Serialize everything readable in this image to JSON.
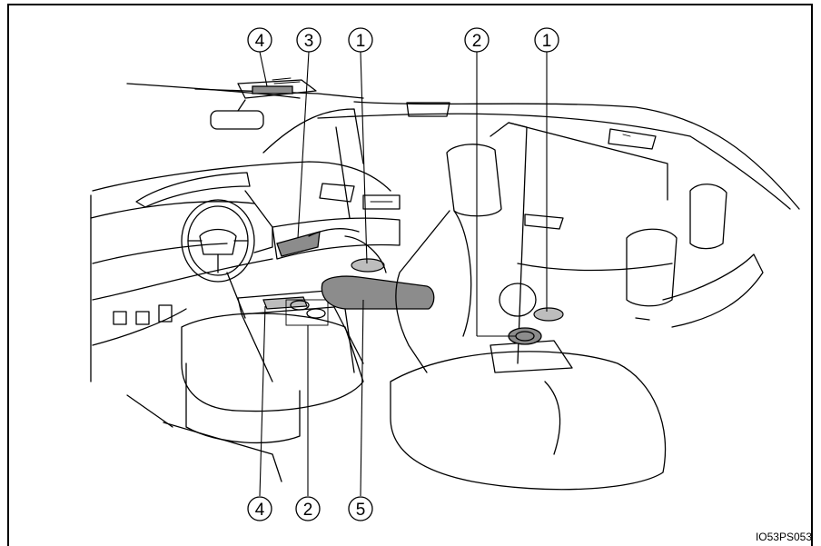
{
  "callouts": {
    "c_top_4": "4",
    "c_top_3": "3",
    "c_top_1a": "1",
    "c_top_2": "2",
    "c_top_1b": "1",
    "c_bot_4": "4",
    "c_bot_2": "2",
    "c_bot_5": "5"
  },
  "figure_code": "IO53PS053",
  "colors": {
    "highlight": "#8c8c8c",
    "line": "#000000",
    "background": "#ffffff"
  }
}
